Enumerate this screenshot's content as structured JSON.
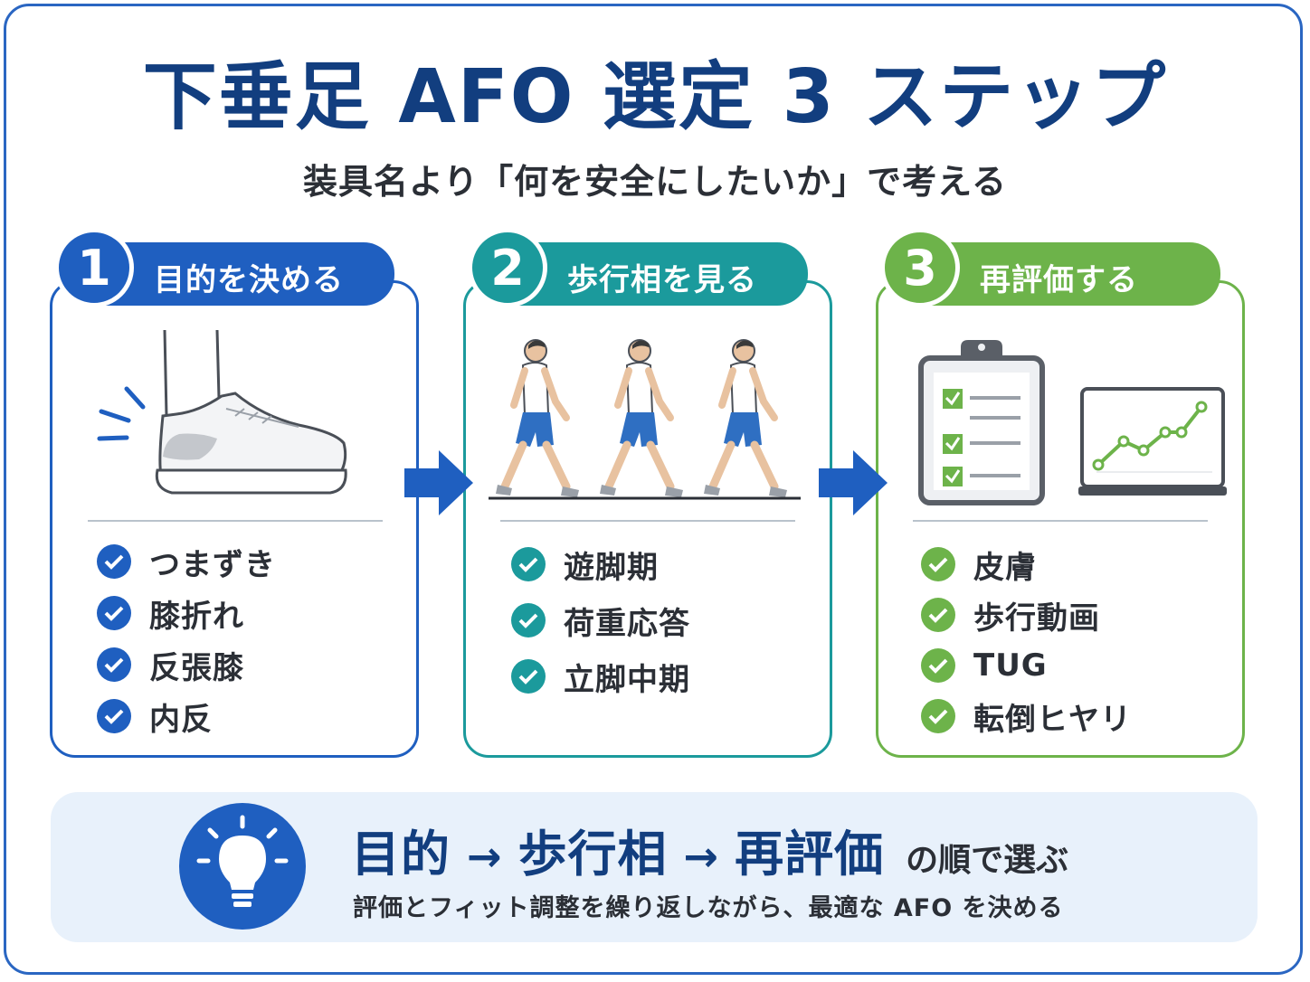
{
  "title": "下垂足 AFO 選定 3 ステップ",
  "subtitle": "装具名より「何を安全にしたいか」で考える",
  "steps": [
    {
      "number": "1",
      "label": "目的を決める",
      "items": [
        "つまずき",
        "膝折れ",
        "反張膝",
        "内反"
      ]
    },
    {
      "number": "2",
      "label": "歩行相を見る",
      "items": [
        "遊脚期",
        "荷重応答",
        "立脚中期"
      ]
    },
    {
      "number": "3",
      "label": "再評価する",
      "items": [
        "皮膚",
        "歩行動画",
        "TUG",
        "転倒ヒヤリ"
      ]
    }
  ],
  "summary": {
    "flow": [
      "目的",
      "歩行相",
      "再評価"
    ],
    "arrow": "→",
    "tail": "の順で選ぶ",
    "note": "評価とフィット調整を繰り返しながら、最適な AFO を決める"
  },
  "colors": {
    "step1": "#1f5fc0",
    "step2": "#1b9a9c",
    "step3": "#6db34a",
    "title": "#123e7f",
    "summary_bg": "#e8f1fb"
  },
  "icons": [
    "shoe-icon",
    "walking-person-icon",
    "clipboard-checklist-icon",
    "line-chart-monitor-icon",
    "lightbulb-icon",
    "check-circle-icon",
    "arrow-right-icon"
  ]
}
